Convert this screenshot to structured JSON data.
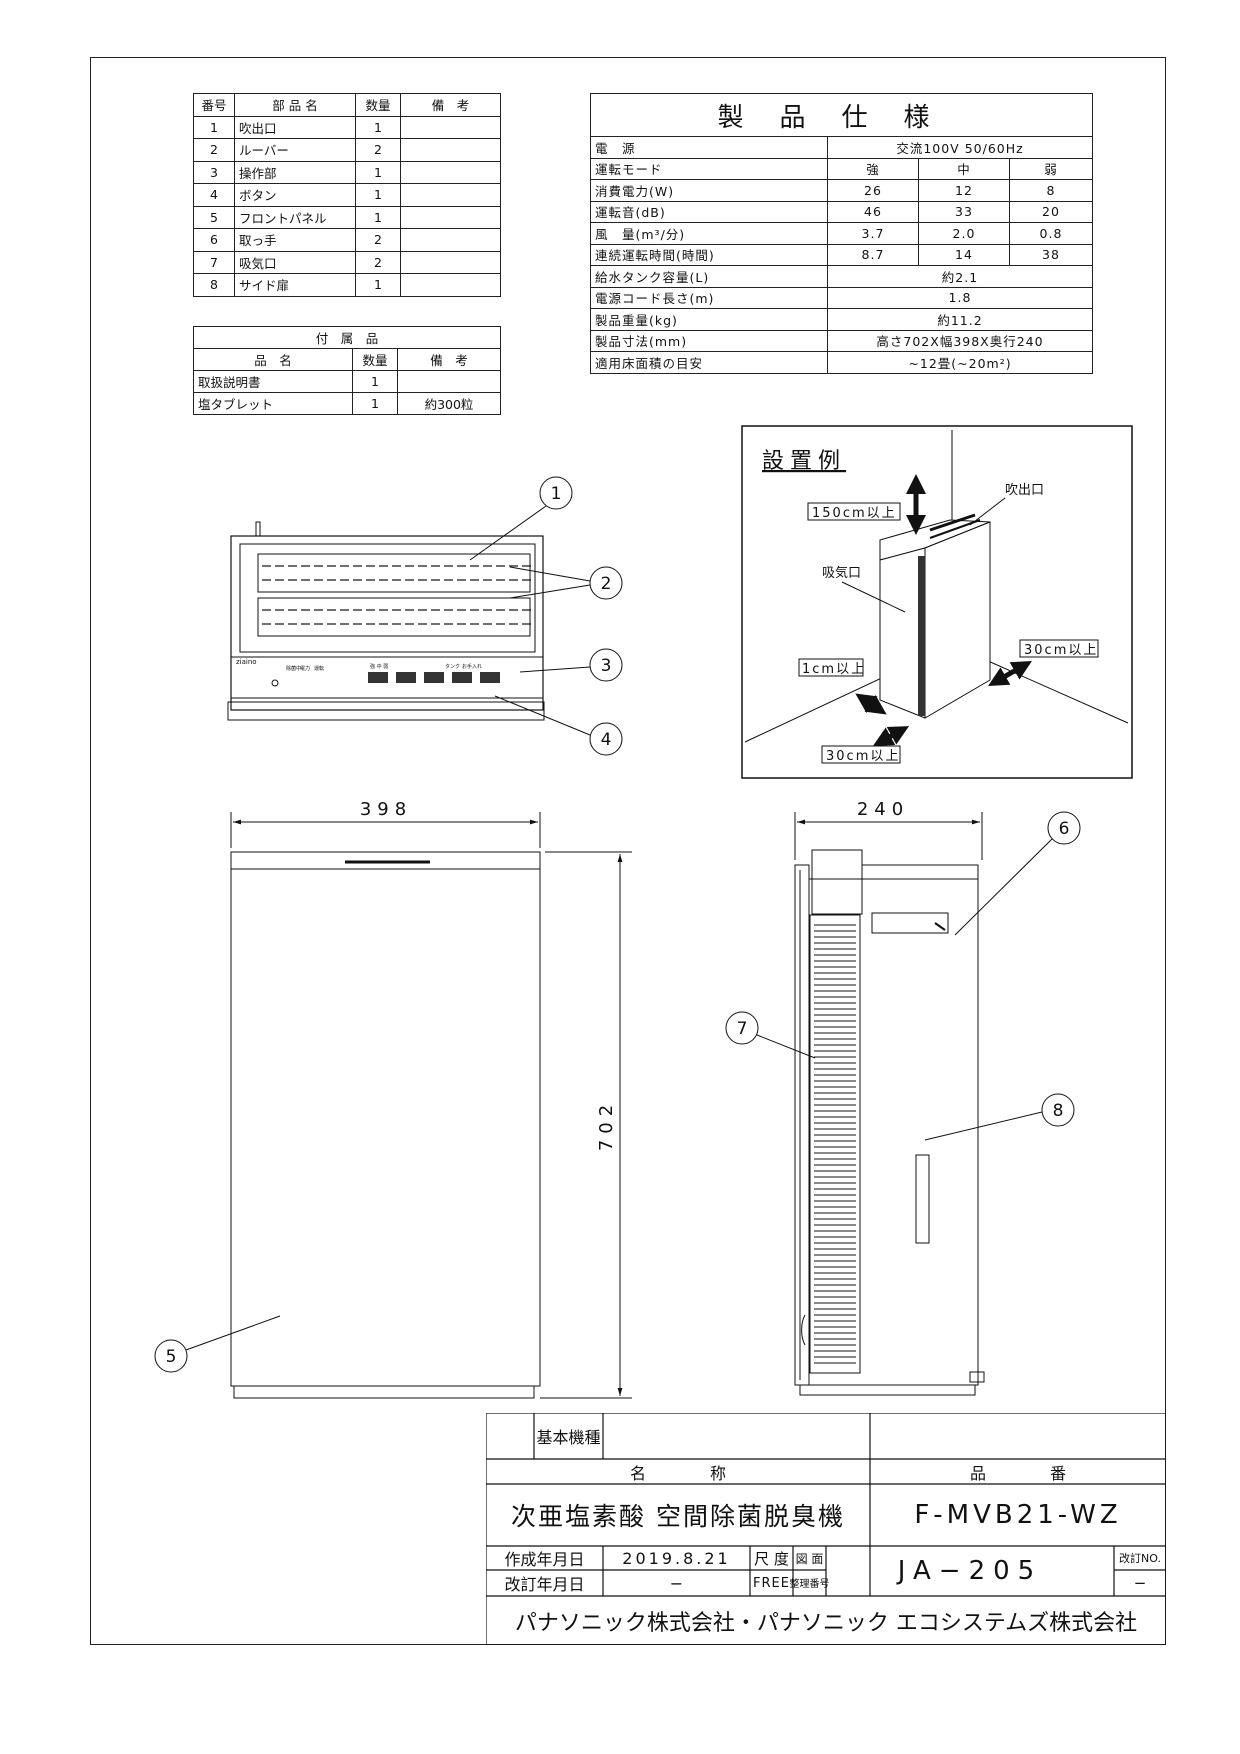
{
  "parts_table": {
    "headers": [
      "番号",
      "部 品 名",
      "数量",
      "備　考"
    ],
    "rows": [
      {
        "no": "1",
        "name": "吹出口",
        "qty": "1",
        "note": ""
      },
      {
        "no": "2",
        "name": "ルーバー",
        "qty": "2",
        "note": ""
      },
      {
        "no": "3",
        "name": "操作部",
        "qty": "1",
        "note": ""
      },
      {
        "no": "4",
        "name": "ボタン",
        "qty": "1",
        "note": ""
      },
      {
        "no": "5",
        "name": "フロントパネル",
        "qty": "1",
        "note": ""
      },
      {
        "no": "6",
        "name": "取っ手",
        "qty": "2",
        "note": ""
      },
      {
        "no": "7",
        "name": "吸気口",
        "qty": "2",
        "note": ""
      },
      {
        "no": "8",
        "name": "サイド扉",
        "qty": "1",
        "note": ""
      }
    ]
  },
  "accessories_table": {
    "title": "付　属　品",
    "headers": [
      "品　名",
      "数量",
      "備　考"
    ],
    "rows": [
      {
        "name": "取扱説明書",
        "qty": "1",
        "note": ""
      },
      {
        "name": "塩タブレット",
        "qty": "1",
        "note": "約300粒"
      }
    ]
  },
  "spec_table": {
    "title": "製品仕様",
    "power_source": {
      "label": "電　源",
      "value": "交流100V 50/60Hz"
    },
    "mode": {
      "label": "運転モード",
      "values": [
        "強",
        "中",
        "弱"
      ]
    },
    "consumption": {
      "label": "消費電力(W)",
      "values": [
        "26",
        "12",
        "8"
      ]
    },
    "noise": {
      "label": "運転音(dB)",
      "values": [
        "46",
        "33",
        "20"
      ]
    },
    "airflow": {
      "label": "風　量(m³/分)",
      "values": [
        "3.7",
        "2.0",
        "0.8"
      ]
    },
    "runtime": {
      "label": "連続運転時間(時間)",
      "values": [
        "8.7",
        "14",
        "38"
      ]
    },
    "tank": {
      "label": "給水タンク容量(L)",
      "value": "約2.1"
    },
    "cord": {
      "label": "電源コード長さ(m)",
      "value": "1.8"
    },
    "weight": {
      "label": "製品重量(kg)",
      "value": "約11.2"
    },
    "dimensions": {
      "label": "製品寸法(mm)",
      "value": "高さ702X幅398X奥行240"
    },
    "area": {
      "label": "適用床面積の目安",
      "value": "~12畳(~20m²)"
    }
  },
  "installation": {
    "title": "設置例",
    "top_clearance": "150cm以上",
    "outlet": "吹出口",
    "inlet": "吸気口",
    "left_clearance": "1cm以上",
    "right_clearance": "30cm以上",
    "front_clearance": "30cm以上"
  },
  "drawing": {
    "callouts": [
      "1",
      "2",
      "3",
      "4",
      "5",
      "6",
      "7",
      "8"
    ],
    "width_dim": "398",
    "height_dim": "702",
    "depth_dim": "240",
    "logo": "ziaino",
    "panel_labels": [
      "除菌中",
      "電力",
      "運転",
      "強 中 弱",
      "タンク",
      "お手入れ"
    ]
  },
  "title_block": {
    "base_model_label": "基本機種",
    "name_label": "名　　　　称",
    "number_label": "品　　　　番",
    "product_name": "次亜塩素酸 空間除菌脱臭機",
    "product_number": "F-MVB21-WZ",
    "created_label": "作成年月日",
    "created_date": "2019.8.21",
    "scale_label": "尺 度",
    "scale_value": "FREE",
    "revised_label": "改訂年月日",
    "revised_date": "−",
    "drawing_no_label_1": "図 面",
    "drawing_no_label_2": "整理番号",
    "drawing_no": "JA−205",
    "revision_no_label": "改訂NO.",
    "revision_no": "−",
    "company": "パナソニック株式会社・パナソニック エコシステムズ株式会社"
  }
}
